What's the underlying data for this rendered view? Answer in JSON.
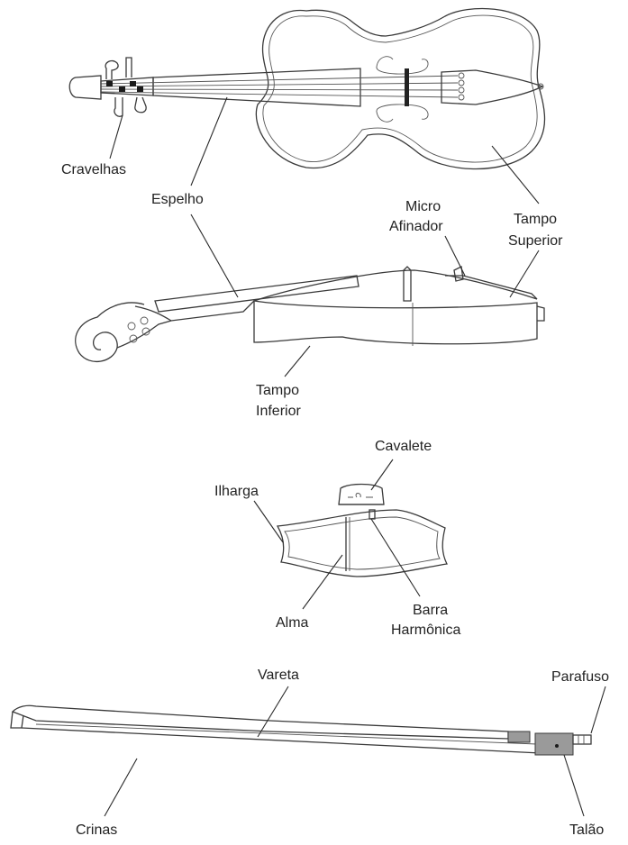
{
  "labels": {
    "cravelhas": "Cravelhas",
    "espelho": "Espelho",
    "micro_afinador_1": "Micro",
    "micro_afinador_2": "Afinador",
    "tampo_superior_1": "Tampo",
    "tampo_superior_2": "Superior",
    "tampo_inferior_1": "Tampo",
    "tampo_inferior_2": "Inferior",
    "cavalete": "Cavalete",
    "ilharga": "Ilharga",
    "alma": "Alma",
    "barra_harmonica_1": "Barra",
    "barra_harmonica_2": "Harmônica",
    "vareta": "Vareta",
    "parafuso": "Parafuso",
    "crinas": "Crinas",
    "talao": "Talão"
  }
}
